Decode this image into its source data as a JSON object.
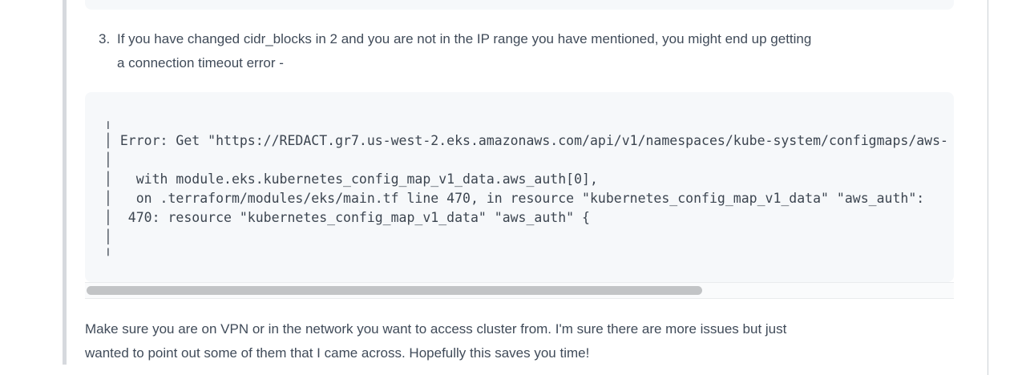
{
  "colors": {
    "body_text": "#404b59",
    "code_text": "#3c4550",
    "code_background": "#f6f8fa",
    "left_indent_bar": "#d6d9de",
    "right_divider": "#ccd1d6",
    "scrollbar_thumb": "#c2c4c6",
    "scrollbar_track": "#fafbfc"
  },
  "list_item": {
    "number": "3.",
    "text_lines": [
      "If you have changed cidr_blocks in 2 and you are not in the IP range you have mentioned, you might end up getting",
      "a connection timeout error -"
    ]
  },
  "code_block": {
    "lines": [
      "╷",
      "│ Error: Get \"https://REDACT.gr7.us-west-2.eks.amazonaws.com/api/v1/namespaces/kube-system/configmaps/aws-",
      "│",
      "│   with module.eks.kubernetes_config_map_v1_data.aws_auth[0],",
      "│   on .terraform/modules/eks/main.tf line 470, in resource \"kubernetes_config_map_v1_data\" \"aws_auth\":",
      "│  470: resource \"kubernetes_config_map_v1_data\" \"aws_auth\" {",
      "│",
      "╵"
    ]
  },
  "paragraph_lines": [
    "Make sure you are on VPN or in the network you want to access cluster from. I'm sure there are more issues but just",
    "wanted to point out some of them that I came across. Hopefully this saves you time!"
  ]
}
